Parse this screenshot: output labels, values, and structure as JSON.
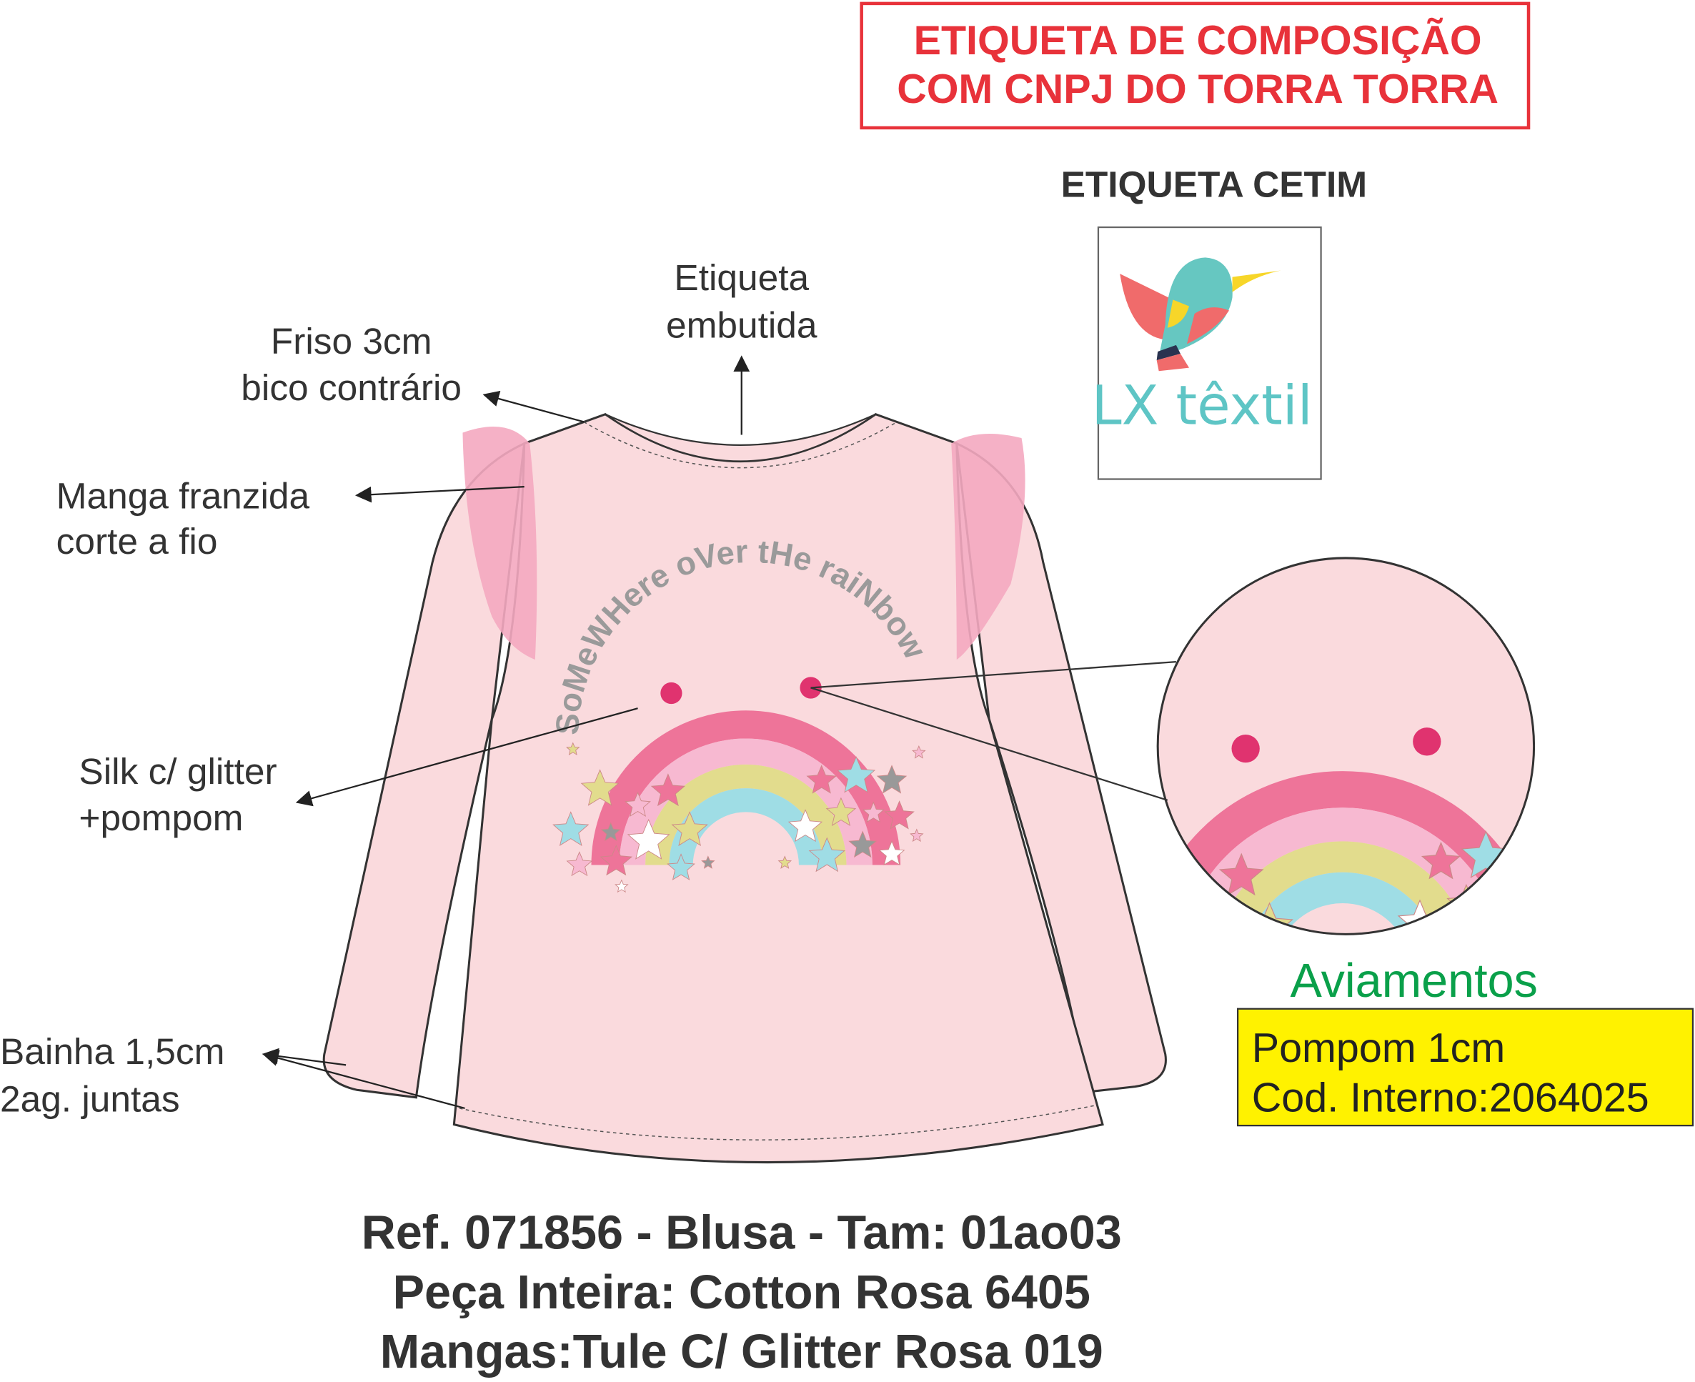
{
  "composition_label": {
    "line1": "ETIQUETA DE COMPOSIÇÃO",
    "line2": "COM CNPJ DO TORRA TORRA",
    "color": "#e8323a"
  },
  "satin_label": {
    "title": "ETIQUETA CETIM",
    "brand": "LX têxtil",
    "brand_color": "#5ec5c5"
  },
  "callouts": {
    "embedded_label": [
      "Etiqueta",
      "embutida"
    ],
    "friso": [
      "Friso 3cm",
      "bico contrário"
    ],
    "sleeve": [
      "Manga franzida",
      "corte a fio"
    ],
    "silk": [
      "Silk c/ glitter",
      "+pompom"
    ],
    "hem": [
      "Bainha 1,5cm",
      "2ag. juntas"
    ]
  },
  "print_text": "SoMeWHere oVer tHe raiNbow",
  "trims": {
    "title": "Aviamentos",
    "lines": [
      "Pompom 1cm",
      "Cod. Interno:2064025"
    ],
    "title_color": "#0aa04a",
    "box_color": "#fff200"
  },
  "product": {
    "line1": "Ref. 071856 - Blusa - Tam: 01ao03",
    "line2": "Peça Inteira: Cotton Rosa 6405",
    "line3": "Mangas:Tule C/ Glitter Rosa 019"
  },
  "colors": {
    "shirt": "#fadadd",
    "ruffle": "#f4a8c0",
    "arc_outer": "#ee7499",
    "arc_pink": "#f7b9d1",
    "arc_yellow": "#e2dc8d",
    "arc_blue": "#9fdde5",
    "pompom": "#e0336f"
  }
}
